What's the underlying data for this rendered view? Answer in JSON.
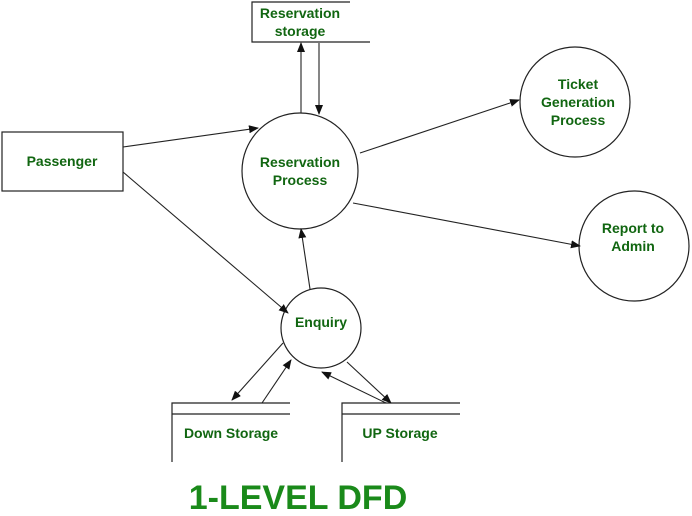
{
  "title": "1-LEVEL DFD",
  "entities": {
    "passenger": "Passenger"
  },
  "processes": {
    "reservation": [
      "Reservation",
      "Process"
    ],
    "ticket": [
      "Ticket",
      "Generation",
      "Process"
    ],
    "report": [
      "Report to",
      "Admin"
    ],
    "enquiry": "Enquiry"
  },
  "stores": {
    "reservation_storage": [
      "Reservation",
      "storage"
    ],
    "down_storage": "Down Storage",
    "up_storage": "UP Storage"
  },
  "colors": {
    "label": "#116611",
    "title": "#1a8a1a"
  }
}
